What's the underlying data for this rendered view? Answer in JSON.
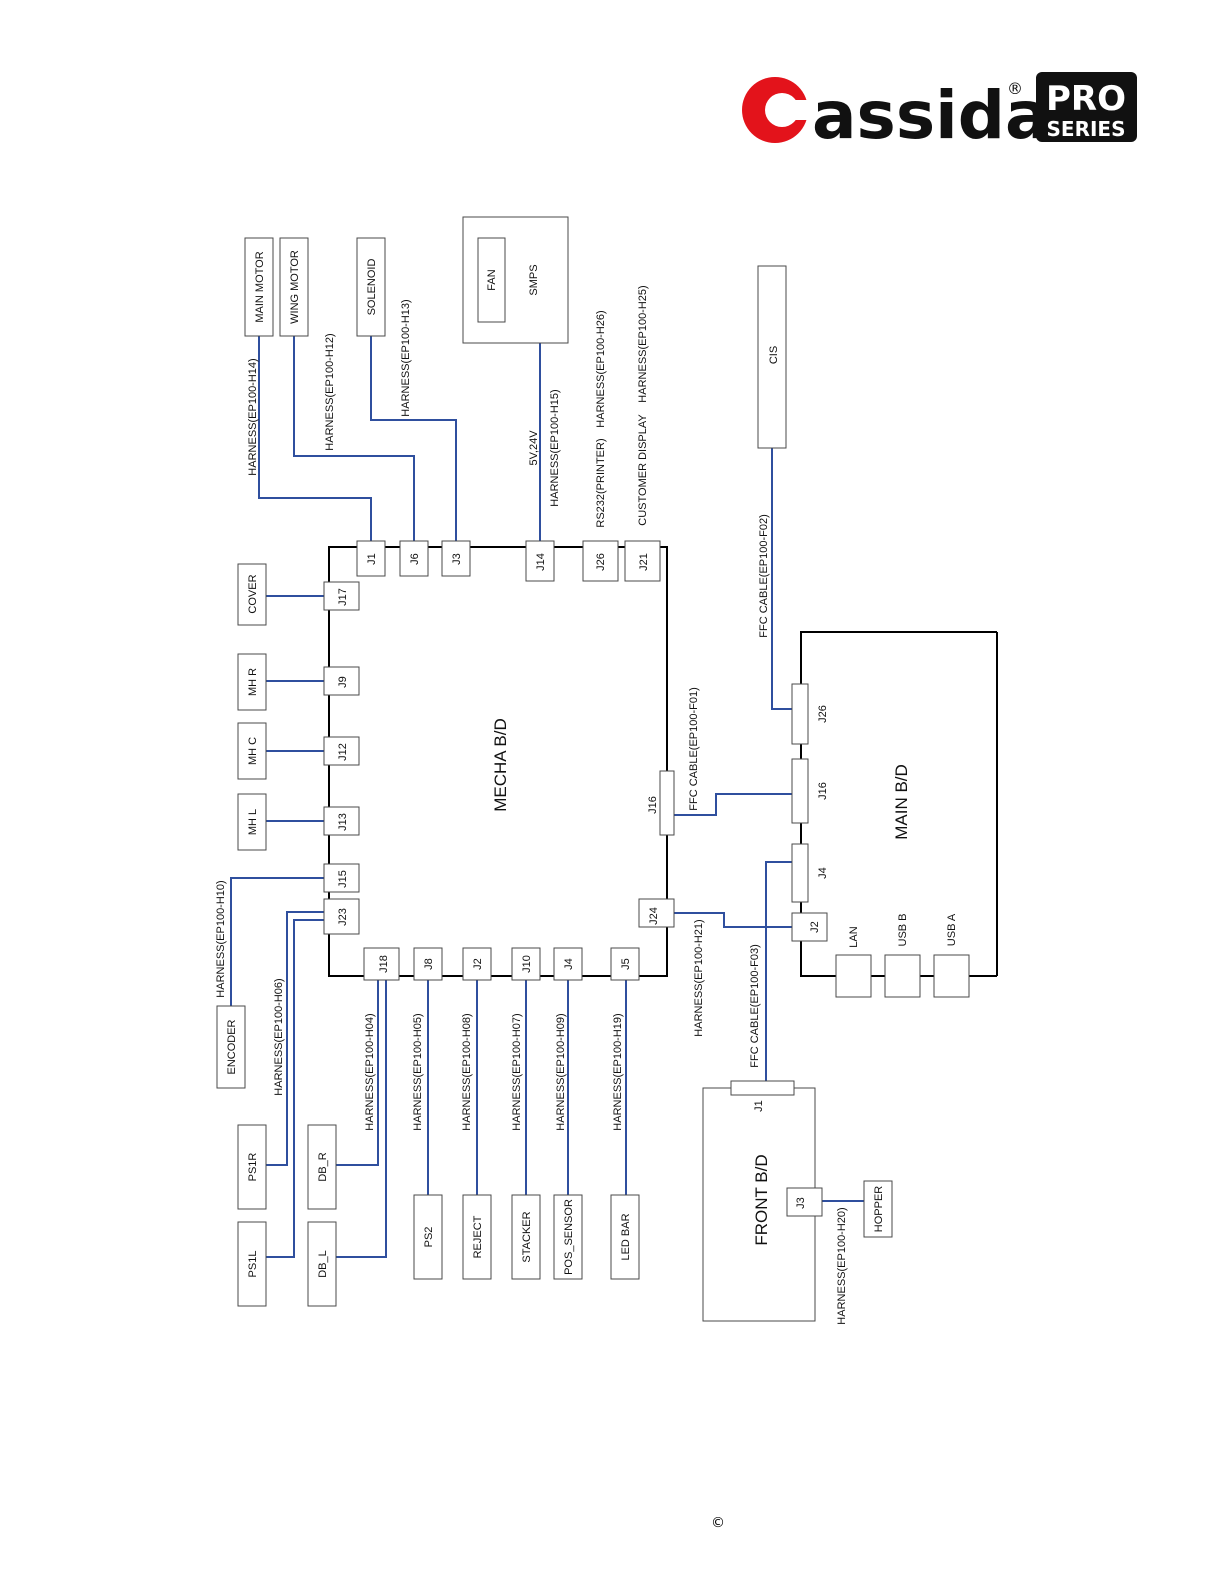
{
  "brand": {
    "name": "assida",
    "registered_mark": "®",
    "series_top": "PRO",
    "series_bottom": "SERIES",
    "red": "#e3131b",
    "black": "#111111"
  },
  "footer": {
    "copyright": "©"
  },
  "boards": {
    "mecha": "MECHA B/D",
    "main": "MAIN B/D",
    "front": "FRONT B/D",
    "smps": "SMPS"
  },
  "components": {
    "main_motor": "MAIN MOTOR",
    "wing_motor": "WING MOTOR",
    "solenoid": "SOLENOID",
    "fan": "FAN",
    "cis": "CIS",
    "cover": "COVER",
    "mh_r": "MH R",
    "mh_c": "MH C",
    "mh_l": "MH L",
    "encoder": "ENCODER",
    "ps1r": "PS1R",
    "ps1l": "PS1L",
    "db_r": "DB_R",
    "db_l": "DB_L",
    "ps2": "PS2",
    "reject": "REJECT",
    "stacker": "STACKER",
    "pos_sensor": "POS_SENSOR",
    "led_bar": "LED BAR",
    "hopper": "HOPPER",
    "lan": "LAN",
    "usb_b": "USB B",
    "usb_a": "USB A"
  },
  "connectors": {
    "mecha_j1": "J1",
    "mecha_j6": "J6",
    "mecha_j3": "J3",
    "mecha_j14": "J14",
    "mecha_j26": "J26",
    "mecha_j21": "J21",
    "mecha_j17": "J17",
    "mecha_j9": "J9",
    "mecha_j12": "J12",
    "mecha_j13": "J13",
    "mecha_j15": "J15",
    "mecha_j23": "J23",
    "mecha_j18": "J18",
    "mecha_j8": "J8",
    "mecha_j2": "J2",
    "mecha_j10": "J10",
    "mecha_j4": "J4",
    "mecha_j5": "J5",
    "mecha_j16": "J16",
    "mecha_j24": "J24",
    "main_j26": "J26",
    "main_j16": "J16",
    "main_j4": "J4",
    "main_j2": "J2",
    "front_j1": "J1",
    "front_j3": "J3"
  },
  "harness": {
    "h14": "HARNESS(EP100-H14)",
    "h12": "HARNESS(EP100-H12)",
    "h13": "HARNESS(EP100-H13)",
    "h15_voltage": "5V,24V",
    "h15": "HARNESS(EP100-H15)",
    "h26_name": "RS232(PRINTER)",
    "h26": "HARNESS(EP100-H26)",
    "h25_name": "CUSTOMER DISPLAY",
    "h25": "HARNESS(EP100-H25)",
    "f02": "FFC CABLE(EP100-F02)",
    "f01": "FFC CABLE(EP100-F01)",
    "h21": "HARNESS(EP100-H21)",
    "f03": "FFC CABLE(EP100-F03)",
    "h20": "HARNESS(EP100-H20)",
    "h10": "HARNESS(EP100-H10)",
    "h06": "HARNESS(EP100-H06)",
    "h04": "HARNESS(EP100-H04)",
    "h05": "HARNESS(EP100-H05)",
    "h08": "HARNESS(EP100-H08)",
    "h07": "HARNESS(EP100-H07)",
    "h09": "HARNESS(EP100-H09)",
    "h19": "HARNESS(EP100-H19)"
  }
}
